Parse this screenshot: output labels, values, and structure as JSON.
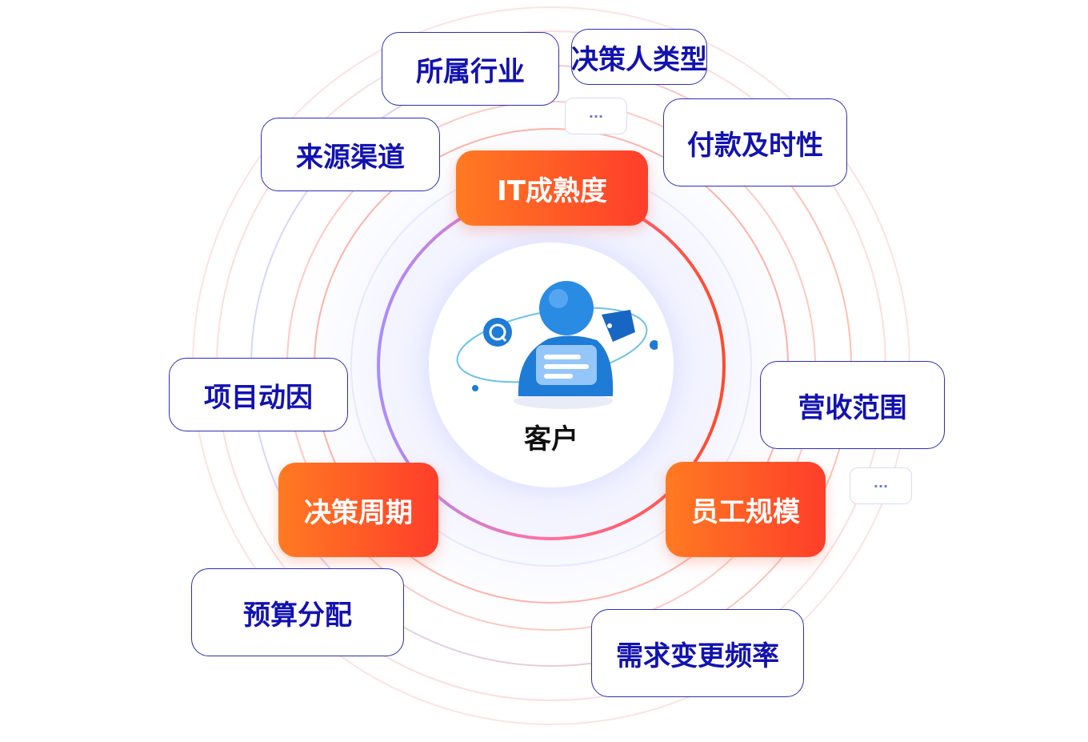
{
  "center": {
    "label": "客户",
    "icon": "customer-avatar-icon"
  },
  "core_tags": [
    "IT成熟度",
    "决策周期",
    "员工规模"
  ],
  "tags": [
    "所属行业",
    "决策人类型",
    "来源渠道",
    "付款及时性",
    "项目动因",
    "营收范围",
    "预算分配",
    "需求变更频率"
  ],
  "more": [
    "···",
    "···"
  ],
  "colors": {
    "accent": "#ff5a28",
    "outline_text": "#1212b0",
    "outline_border": "#2b2fb8",
    "avatar": "#1e7bd6"
  }
}
